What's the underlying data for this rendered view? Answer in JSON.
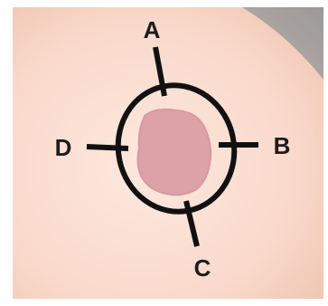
{
  "labels": {
    "a": "A",
    "b": "B",
    "c": "C",
    "d": "D"
  },
  "colors": {
    "skin_light": "#fde8de",
    "skin_mid": "#f9d9cb",
    "skin_edge": "#f0c4b0",
    "corner_shadow": "#9a9a9a",
    "lesion": "#dda2a8",
    "lesion_edge": "#d7999f",
    "outline": "#111111"
  }
}
